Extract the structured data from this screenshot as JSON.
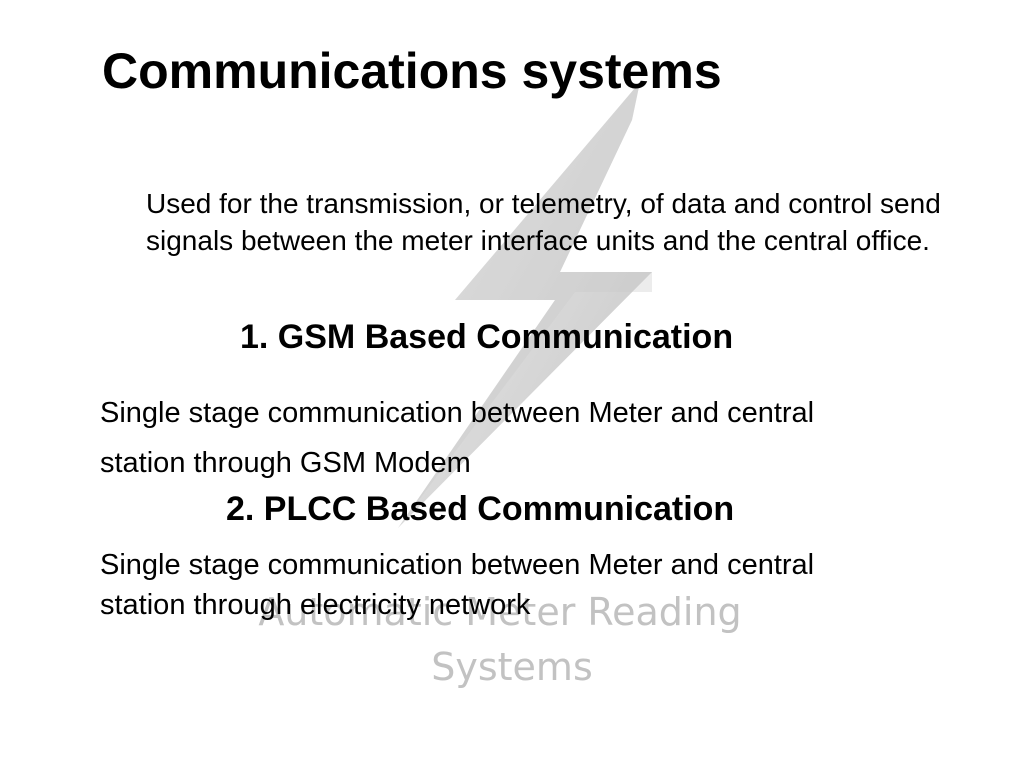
{
  "slide": {
    "title": "Communications systems",
    "intro": "Used for the transmission, or telemetry, of data and control send signals between the meter interface units and the central office.",
    "sections": [
      {
        "heading": "1. GSM Based Communication",
        "description_line1": "Single stage communication between Meter and central",
        "description_line2": "station through GSM Modem"
      },
      {
        "heading": "2.  PLCC Based Communication",
        "description_line1": "Single stage communication between Meter and central",
        "description_line2": "station through electricity network"
      }
    ]
  },
  "watermark": {
    "line1": "Automatic Meter Reading",
    "line2": "Systems",
    "icon": "lightning-bolt-icon",
    "color": "#c2c2c2"
  }
}
